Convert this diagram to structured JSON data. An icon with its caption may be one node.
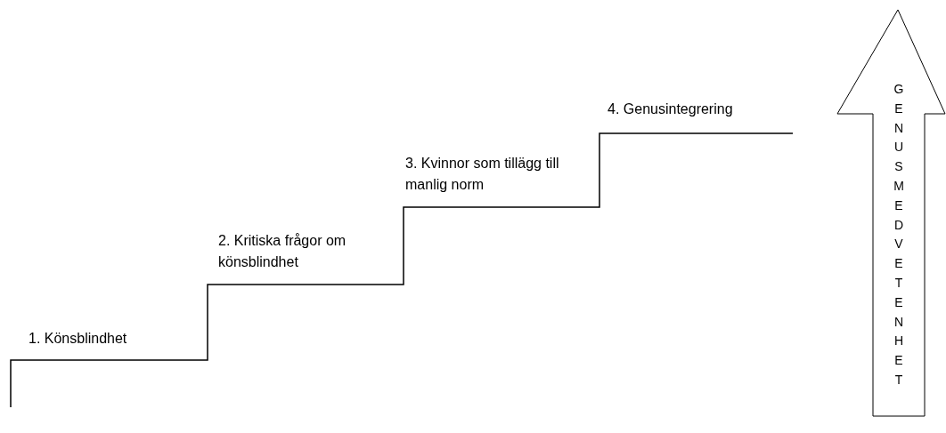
{
  "diagram": {
    "nodes": [
      {
        "text": [
          "GENUSMEDVETENHET"
        ]
      }
    ],
    "labels": [
      "1. Könsblindhet",
      "2. Kritiska frågor om könsblindhet",
      "3. Kvinnor som tillägg till manlig norm",
      "4. Genusintegrering"
    ]
  }
}
